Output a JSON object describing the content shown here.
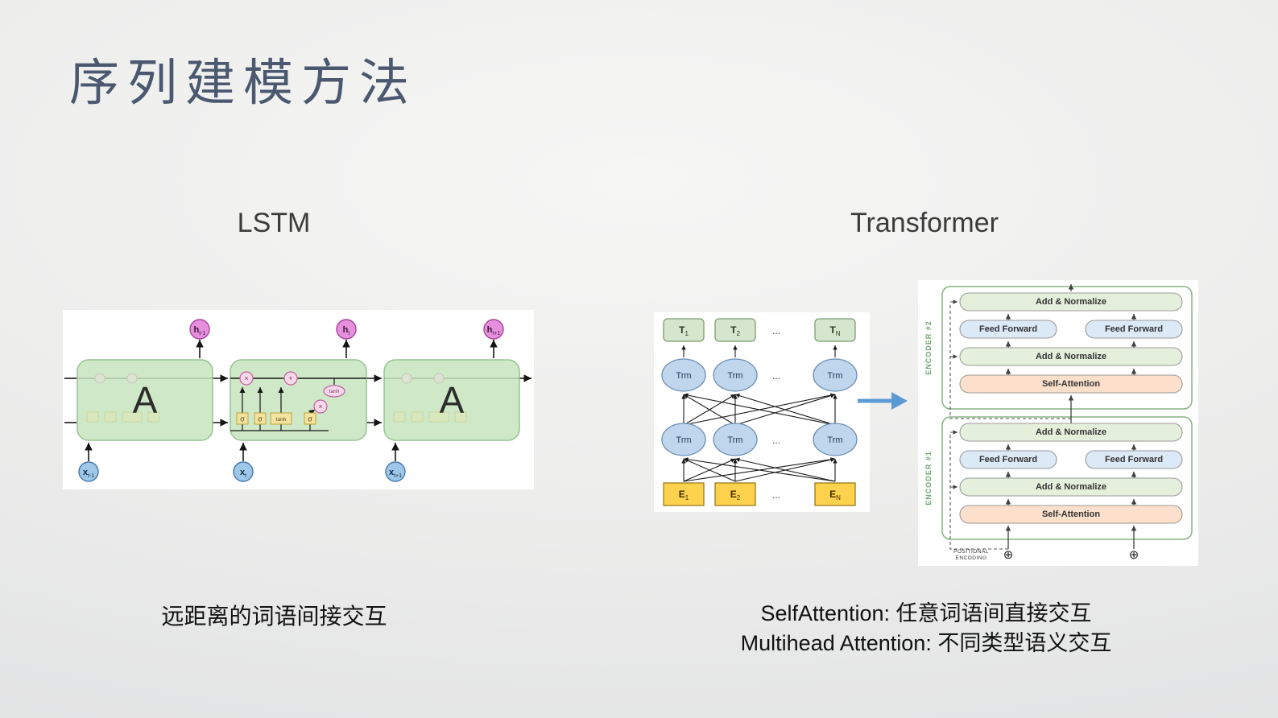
{
  "slide": {
    "title": "序列建模方法",
    "left_heading": "LSTM",
    "right_heading": "Transformer",
    "left_caption": "远距离的词语间接交互",
    "right_caption_line1": "SelfAttention: 任意词语间直接交互",
    "right_caption_line2": "Multihead Attention: 不同类型语义交互"
  },
  "lstm": {
    "cell_label": "A",
    "h_main": "h",
    "x_main": "x",
    "subs": [
      "t-1",
      "t",
      "t+1"
    ],
    "gate_sigma": "σ",
    "gate_tanh": "tanh",
    "op_mult": "×",
    "op_plus": "+",
    "op_tanh": "tanh"
  },
  "trm": {
    "node_label": "Trm",
    "dots": "...",
    "t_main": "T",
    "e_main": "E",
    "subs": [
      "1",
      "2",
      "N"
    ]
  },
  "encoder": {
    "encoder2_label": "ENCODER #2",
    "encoder1_label": "ENCODER #1",
    "add_normalize": "Add & Normalize",
    "feed_forward": "Feed Forward",
    "self_attention": "Self-Attention",
    "positional_line1": "POSITIONAL",
    "positional_line2": "ENCODING",
    "oplus": "⊕"
  },
  "colors": {
    "accent_blue": "#5B9BD5",
    "title_color": "#4A5870",
    "cell_green": "#CFE9C8",
    "node_blue": "#BFD6EC",
    "embed_yellow": "#FFD24D",
    "encoder_green": "#70A86B",
    "attention_peach": "#FCE0CC"
  }
}
